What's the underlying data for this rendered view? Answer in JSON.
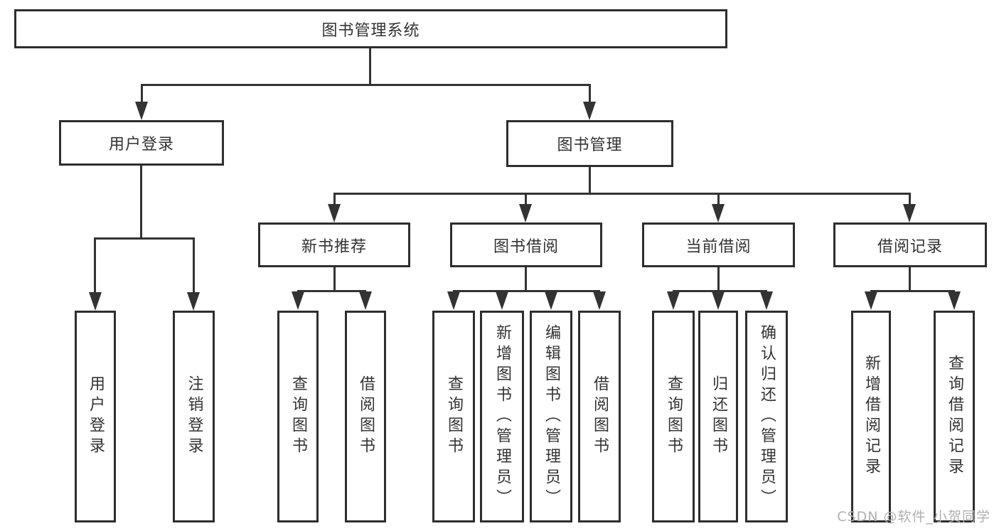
{
  "diagram": {
    "title": "图书管理系统",
    "level2": [
      {
        "label": "用户登录"
      },
      {
        "label": "图书管理"
      }
    ],
    "level3": [
      {
        "label": "新书推荐",
        "parent": "图书管理"
      },
      {
        "label": "图书借阅",
        "parent": "图书管理"
      },
      {
        "label": "当前借阅",
        "parent": "图书管理"
      },
      {
        "label": "借阅记录",
        "parent": "图书管理"
      }
    ],
    "leaves": [
      {
        "label": "用户登录",
        "parent": "用户登录"
      },
      {
        "label": "注销登录",
        "parent": "用户登录"
      },
      {
        "label": "查询图书",
        "parent": "新书推荐"
      },
      {
        "label": "借阅图书",
        "parent": "新书推荐"
      },
      {
        "label": "查询图书",
        "parent": "图书借阅"
      },
      {
        "label": "新增图书（管理员）",
        "parent": "图书借阅"
      },
      {
        "label": "编辑图书（管理员）",
        "parent": "图书借阅"
      },
      {
        "label": "借阅图书",
        "parent": "图书借阅"
      },
      {
        "label": "查询图书",
        "parent": "当前借阅"
      },
      {
        "label": "归还图书",
        "parent": "当前借阅"
      },
      {
        "label": "确认归还（管理员）",
        "parent": "当前借阅"
      },
      {
        "label": "新增借阅记录",
        "parent": "借阅记录"
      },
      {
        "label": "查询借阅记录",
        "parent": "借阅记录"
      }
    ]
  },
  "watermark": {
    "text": "CSDN @软件_小贺同学"
  },
  "colors": {
    "line": "#333333",
    "border": "#2e2e2e",
    "text": "#333333",
    "watermark": "#b0b0b0",
    "background": "#ffffff"
  }
}
